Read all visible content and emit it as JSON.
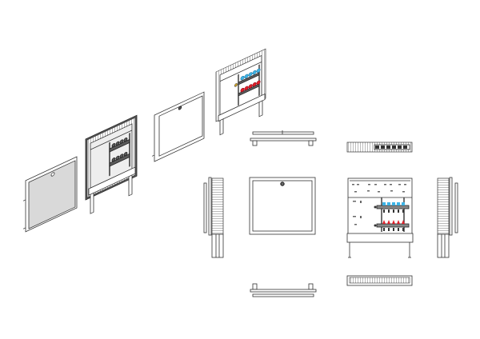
{
  "drawing": {
    "views": [
      "isometric-door-closed",
      "isometric-cabinet-open",
      "isometric-door",
      "isometric-cabinet-manifold",
      "top-view-door",
      "front-view-door",
      "bottom-view-door",
      "side-view-left",
      "top-view-cabinet",
      "front-view-cabinet",
      "bottom-view-cabinet",
      "side-view-right"
    ]
  },
  "colors": {
    "line": "#333333",
    "door_fill": "#d9d9d9",
    "cabinet_dark": "#5a5a5a",
    "supply_valves": "#3db4e6",
    "return_valves": "#e0202a"
  }
}
